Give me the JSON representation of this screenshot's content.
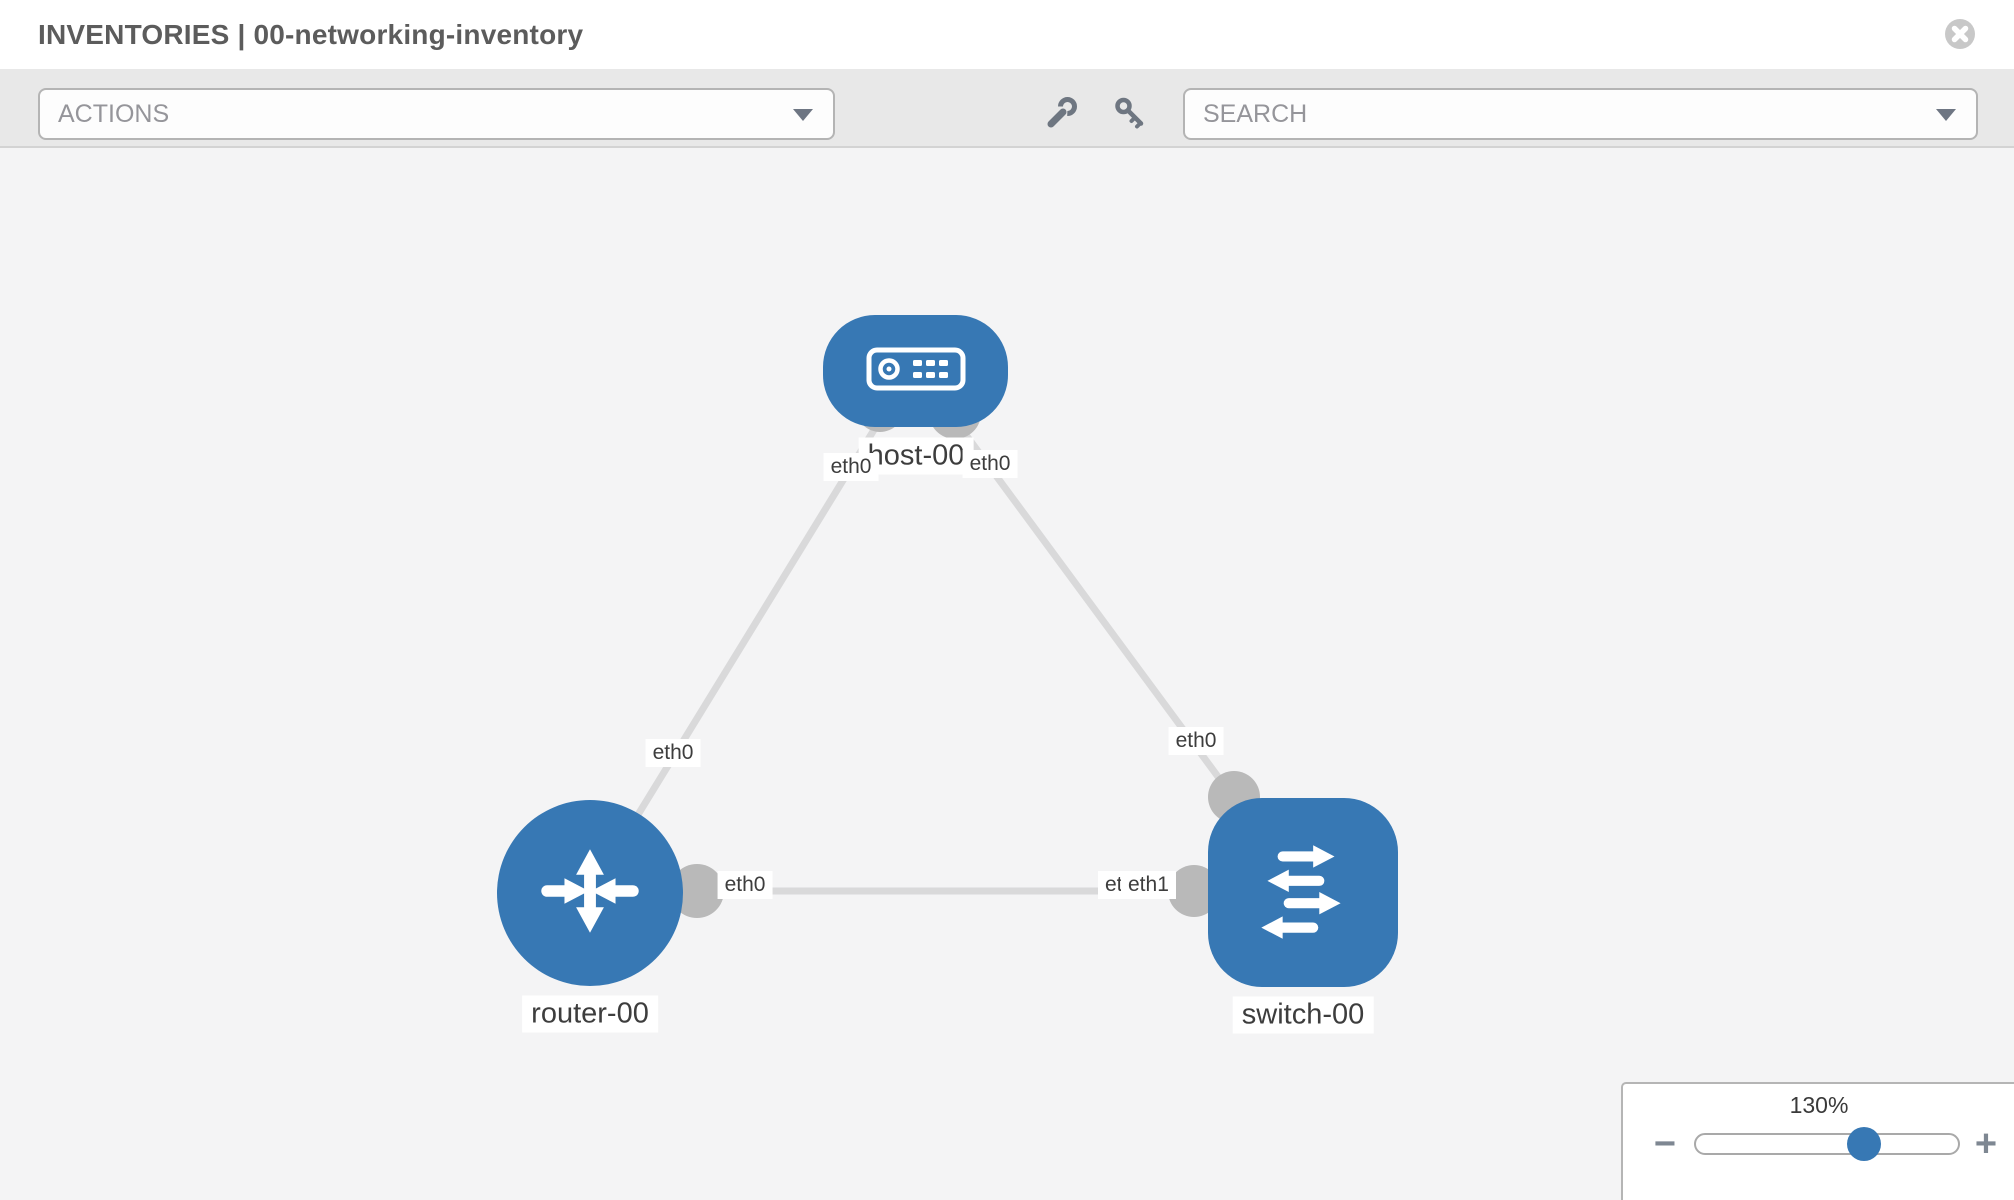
{
  "header": {
    "title": "INVENTORIES | 00-networking-inventory"
  },
  "toolbar": {
    "actions_label": "ACTIONS",
    "search_placeholder": "SEARCH"
  },
  "colors": {
    "node_blue": "#3778b4",
    "link_gray": "#d9d9da",
    "port_gray": "#b9b9b9",
    "toolbar_bg": "#e8e8e8",
    "canvas_bg": "#f4f4f5"
  },
  "topology": {
    "nodes": [
      {
        "id": "host-00",
        "type": "host",
        "label": "host-00"
      },
      {
        "id": "router-00",
        "type": "router",
        "label": "router-00"
      },
      {
        "id": "switch-00",
        "type": "switch",
        "label": "switch-00"
      }
    ],
    "links": [
      {
        "from": "host-00",
        "to": "router-00"
      },
      {
        "from": "host-00",
        "to": "switch-00"
      },
      {
        "from": "router-00",
        "to": "switch-00"
      }
    ],
    "interface_labels": {
      "host_left": "eth0",
      "host_right": "eth0",
      "host_router_link": "eth0",
      "host_switch_link": "eth0",
      "router_switch_link_router_end": "eth0",
      "router_switch_link_switch_end_back": "eth0",
      "router_switch_link_switch_end_front": "eth1"
    }
  },
  "zoom_control": {
    "level": "130%",
    "minus_icon": "−",
    "plus_icon": "+"
  }
}
